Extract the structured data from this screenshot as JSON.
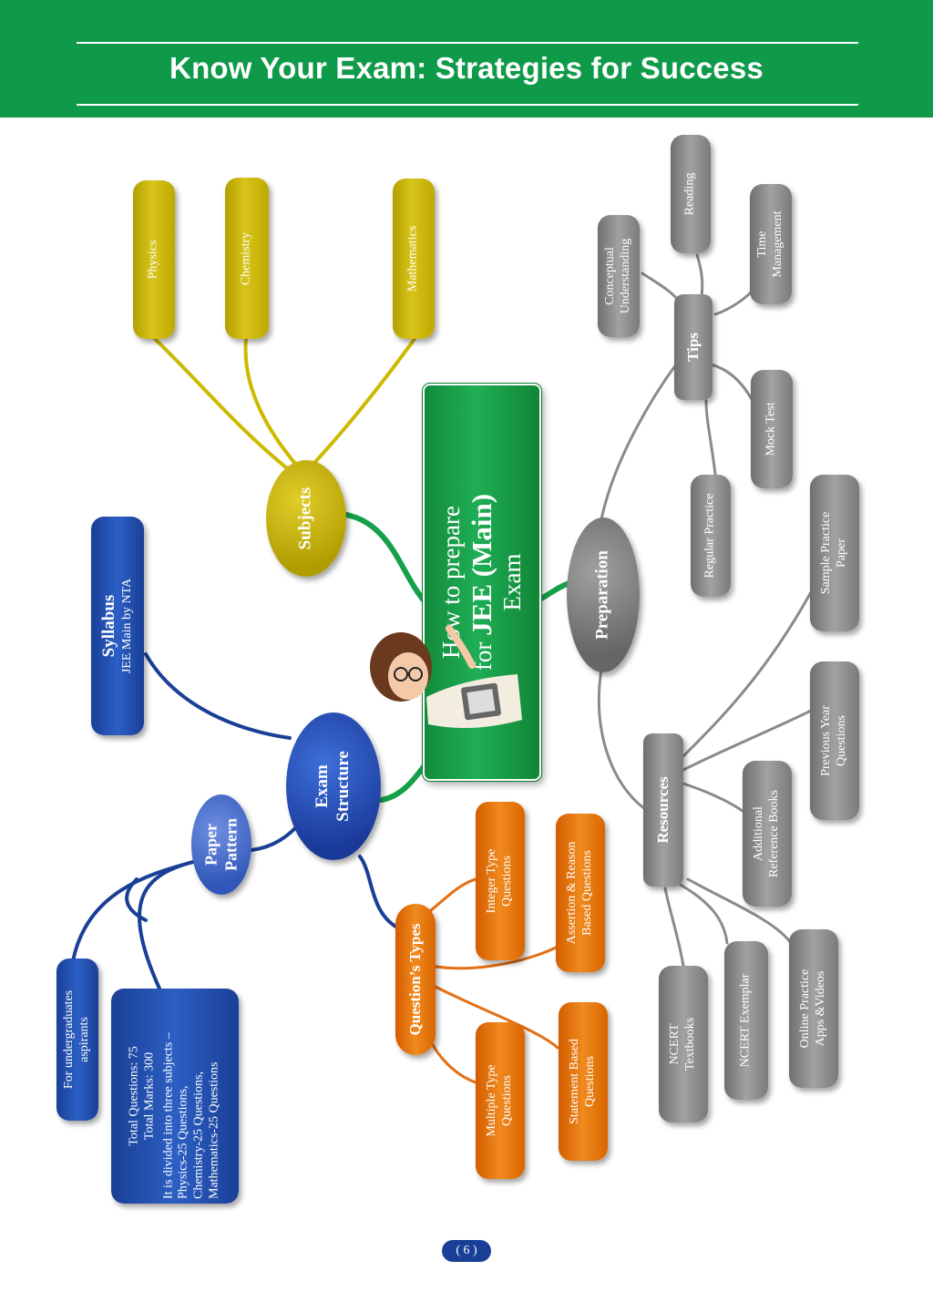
{
  "header": {
    "title": "Know Your Exam: Strategies for Success"
  },
  "center": {
    "line1": "How to prepare",
    "line2_prefix": "for ",
    "line2_bold": "JEE (Main)",
    "line3": "Exam"
  },
  "subjects": {
    "label": "Subjects",
    "items": [
      "Physics",
      "Chemistry",
      "Mathematics"
    ]
  },
  "exam_structure": {
    "label_line1": "Exam",
    "label_line2": "Structure",
    "syllabus": {
      "title": "Syllabus",
      "subtitle": "JEE Main by NTA"
    },
    "paper_pattern": {
      "label_line1": "Paper",
      "label_line2": "Pattern",
      "audience_line1": "For undergraduates",
      "audience_line2": "aspirants",
      "details": [
        "Total Questions: 75",
        "Total Marks: 300",
        "It is divided into three subjects –",
        "Physics-25 Questions,",
        "Chemistry-25 Questions,",
        "Mathematics-25 Questions"
      ]
    },
    "question_types": {
      "label": "Question’s Types",
      "items": [
        {
          "line1": "Integer Type",
          "line2": "Questions"
        },
        {
          "line1": "Assertion & Reason",
          "line2": "Based Questions"
        },
        {
          "line1": "Multiple Type",
          "line2": "Questions"
        },
        {
          "line1": "Statement Based",
          "line2": "Questions"
        }
      ]
    }
  },
  "preparation": {
    "label": "Preparation",
    "tips": {
      "label": "Tips",
      "items": [
        {
          "line1": "Conceptual",
          "line2": "Understanding"
        },
        {
          "line1": "Reading",
          "line2": ""
        },
        {
          "line1": "Time",
          "line2": "Management"
        },
        {
          "line1": "Mock Test",
          "line2": ""
        },
        {
          "line1": "Regular Practice",
          "line2": ""
        }
      ]
    },
    "resources": {
      "label": "Resources",
      "items": [
        {
          "line1": "Sample Practice",
          "line2": "Paper"
        },
        {
          "line1": "Previous Year",
          "line2": "Questions"
        },
        {
          "line1": "Additional",
          "line2": "Reference Books"
        },
        {
          "line1": "NCERT",
          "line2": "Textbooks"
        },
        {
          "line1": "NCERT Exemplar",
          "line2": ""
        },
        {
          "line1": "Online Practice",
          "line2": "Apps &Videos"
        }
      ]
    }
  },
  "footer": {
    "page_number": "( 6 )"
  },
  "colors": {
    "header_green": "#0f9a4a",
    "center_green": "#1fae55",
    "subjects_yellow": "#c8b400",
    "structure_blue": "#1a3f96",
    "question_orange": "#e8761a",
    "preparation_gray": "#8a8a8a"
  }
}
